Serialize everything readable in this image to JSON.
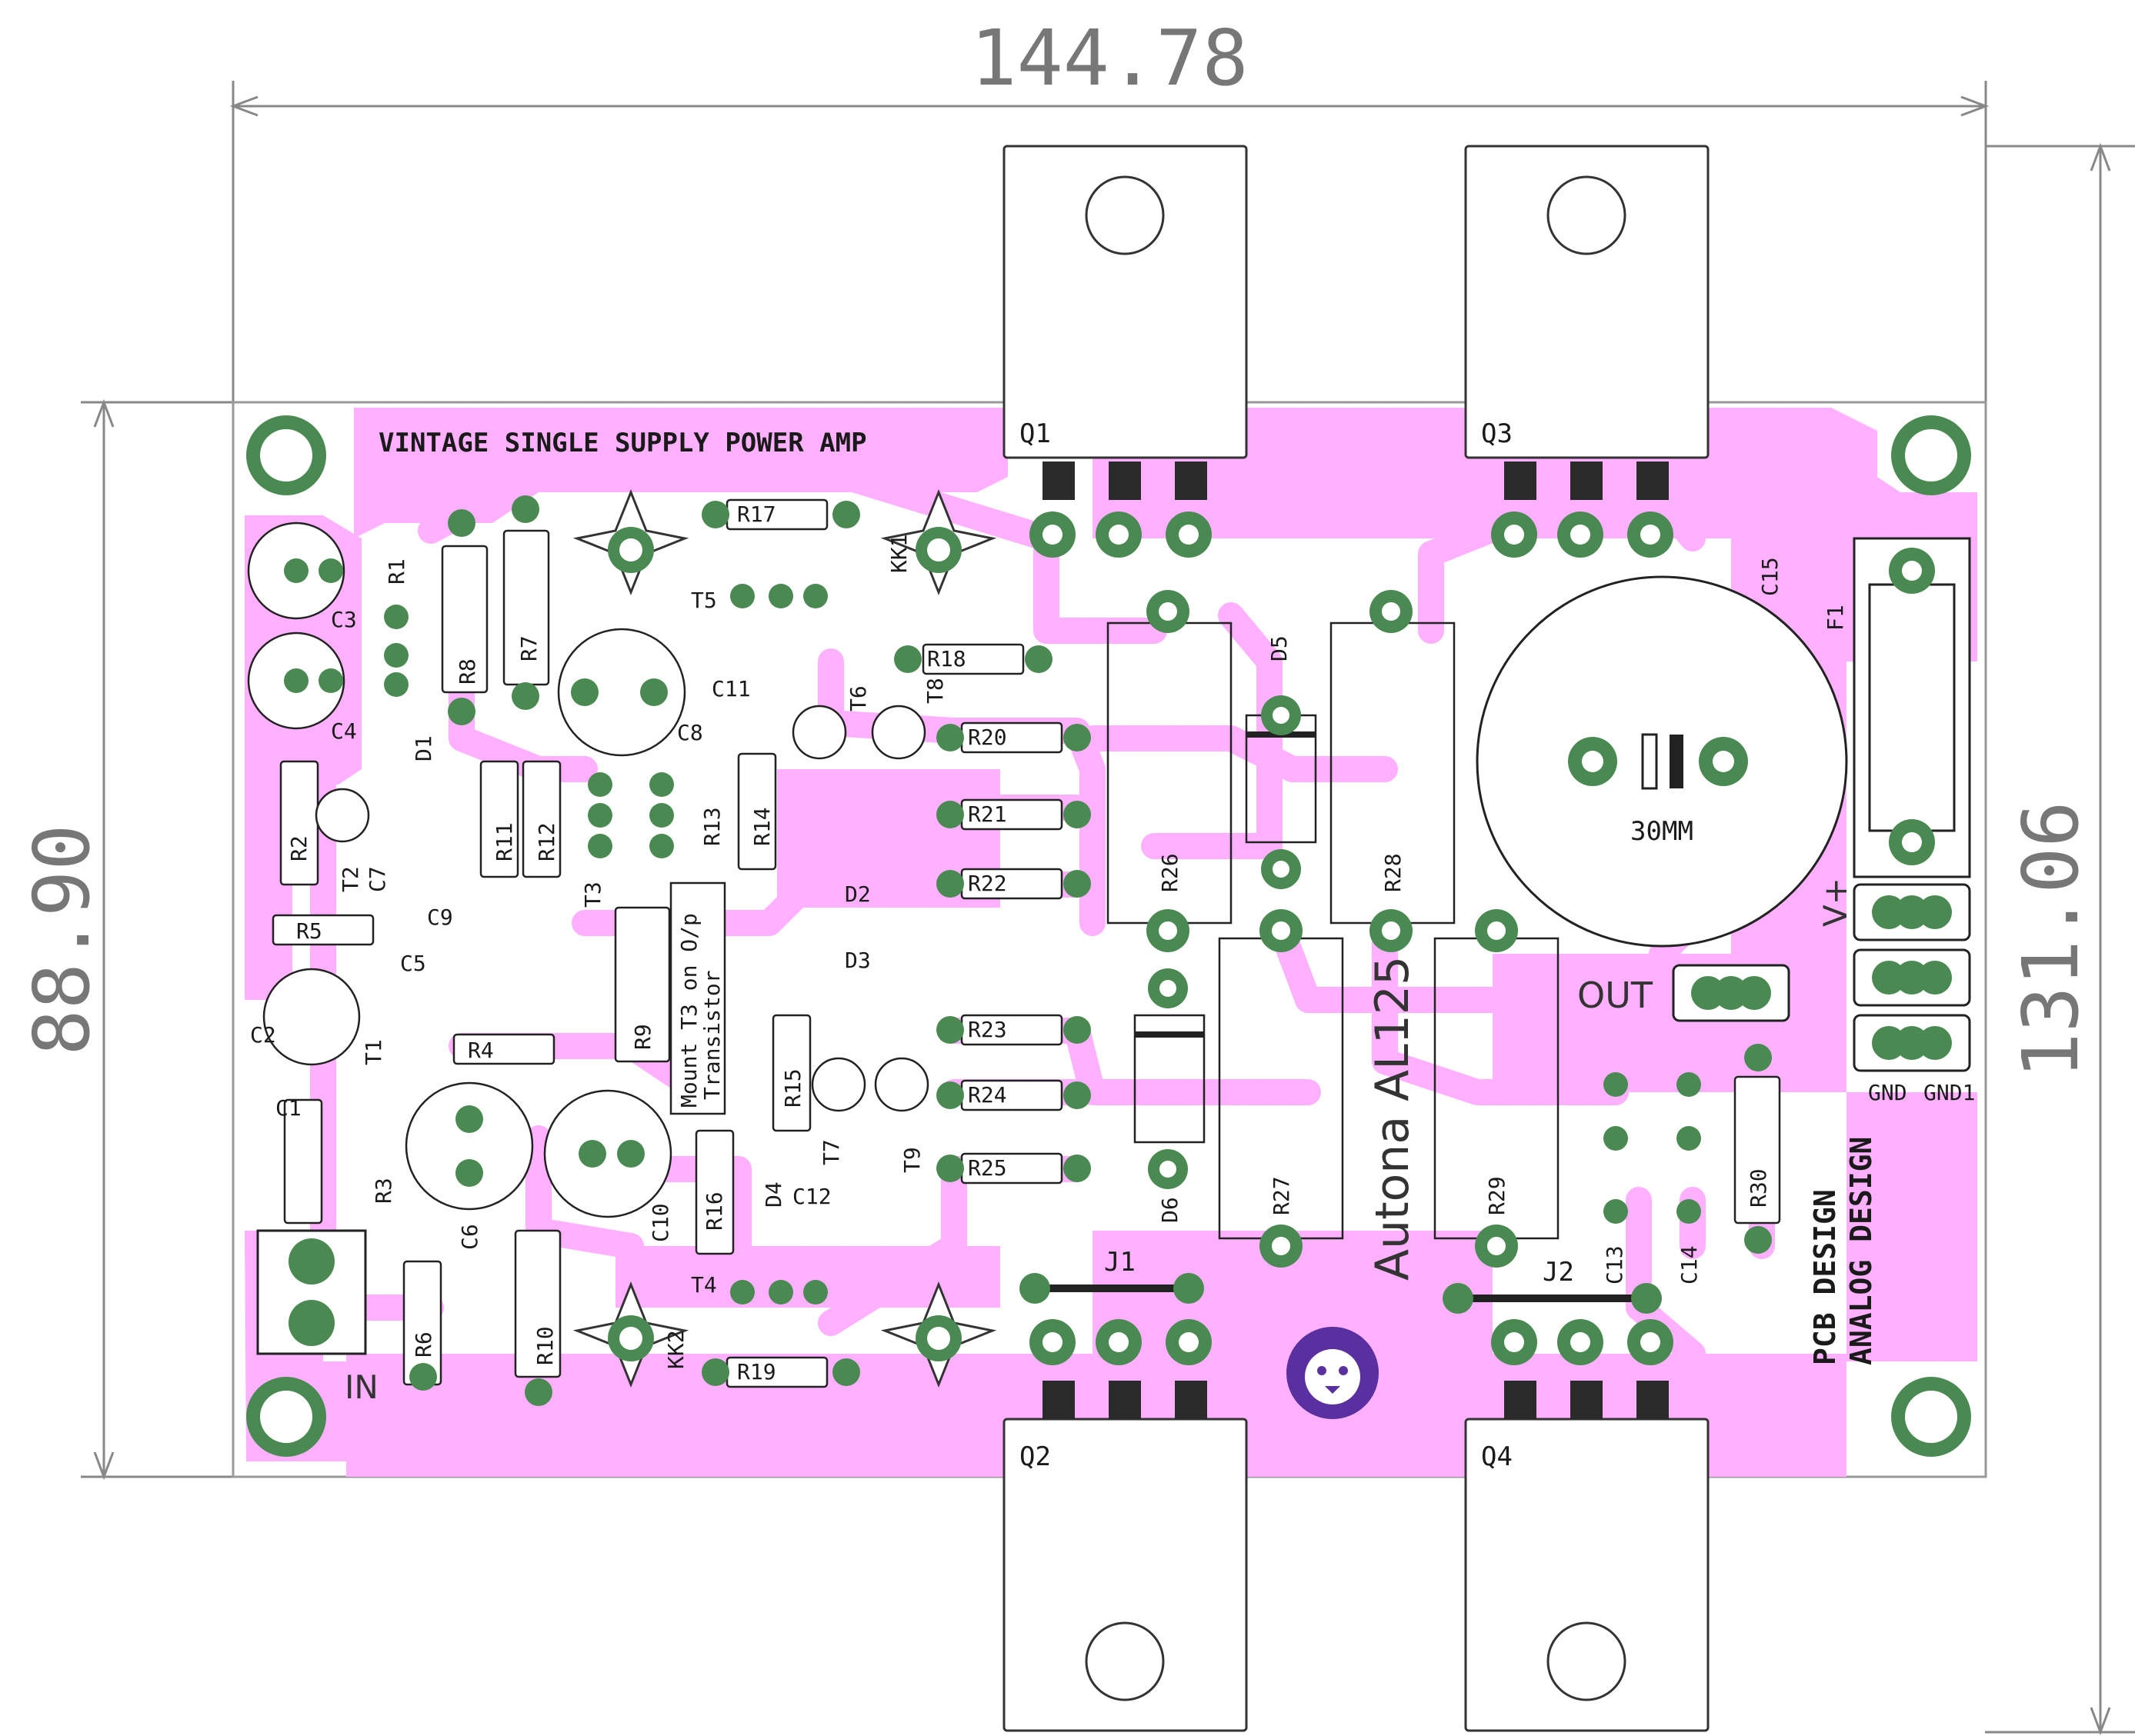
{
  "dimensions": {
    "width_mm": "144.78",
    "board_height_mm": "88.90",
    "overall_height_mm": "131.06"
  },
  "board": {
    "title": "VINTAGE SINGLE SUPPLY POWER AMP",
    "model": "Autona AL125",
    "capacitor_note": "30MM",
    "transistor_note_line1": "Mount T3 on O/p",
    "transistor_note_line2": "Transistor",
    "credit_line1": "PCB DESIGN",
    "credit_line2": "ANALOG DESIGN",
    "colors": {
      "copper": "#ffb0ff",
      "pad": "#4a8a52",
      "silkscreen": "#1a1a1a",
      "dimension": "#777777",
      "logo": "#5a2fa0"
    }
  },
  "connectors": {
    "input": "IN",
    "output": "OUT",
    "supply": "V+",
    "ground": "GND",
    "ground1": "GND1"
  },
  "transistors": [
    "Q1",
    "Q2",
    "Q3",
    "Q4",
    "T1",
    "T2",
    "T3",
    "T4",
    "T5",
    "T6",
    "T7",
    "T8",
    "T9"
  ],
  "heatsinks": [
    "KK1",
    "KK2"
  ],
  "jumpers": [
    "J1",
    "J2"
  ],
  "fuse": "F1",
  "resistors": [
    "R1",
    "R2",
    "R3",
    "R4",
    "R5",
    "R6",
    "R7",
    "R8",
    "R9",
    "R10",
    "R11",
    "R12",
    "R13",
    "R14",
    "R15",
    "R16",
    "R17",
    "R18",
    "R19",
    "R20",
    "R21",
    "R22",
    "R23",
    "R24",
    "R25",
    "R26",
    "R27",
    "R28",
    "R29",
    "R30"
  ],
  "capacitors": [
    "C1",
    "C2",
    "C3",
    "C4",
    "C5",
    "C6",
    "C7",
    "C8",
    "C9",
    "C10",
    "C11",
    "C12",
    "C13",
    "C14",
    "C15"
  ],
  "diodes": [
    "D1",
    "D2",
    "D3",
    "D4",
    "D5",
    "D6"
  ]
}
